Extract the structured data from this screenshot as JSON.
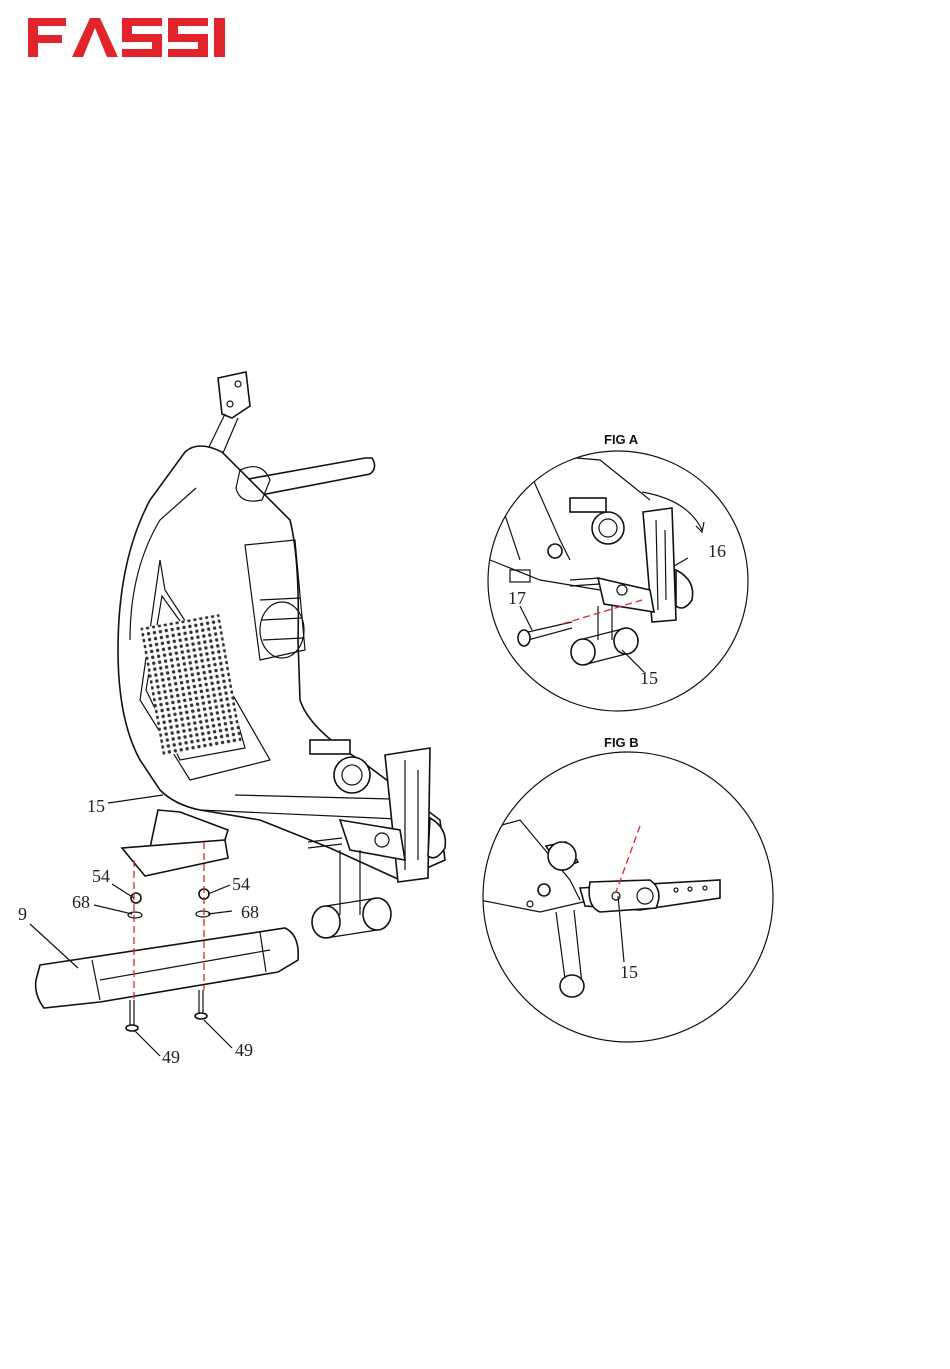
{
  "brand": {
    "logo_text": "FASSI",
    "color": "#e1232b"
  },
  "callouts": {
    "main_15": "15",
    "main_54_left": "54",
    "main_54_right": "54",
    "main_68_left": "68",
    "main_68_right": "68",
    "main_9": "9",
    "main_49_left": "49",
    "main_49_right": "49",
    "figA_16": "16",
    "figA_17": "17",
    "figA_15": "15",
    "figB_15": "15"
  },
  "figures": {
    "fig_a_title": "FIG A",
    "fig_b_title": "FIG B"
  },
  "colors": {
    "line": "#111111",
    "guide": "#d8262b"
  }
}
